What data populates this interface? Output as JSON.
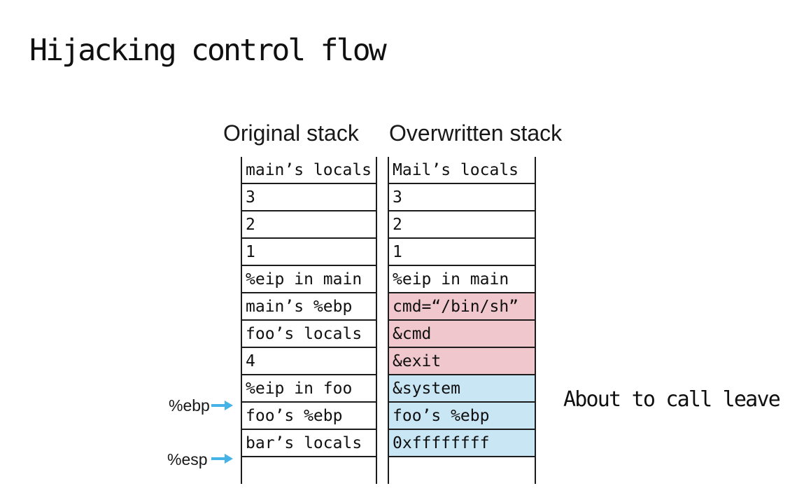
{
  "slide": {
    "title": "Hijacking control flow",
    "annotation": "About to call leave"
  },
  "stacks": [
    {
      "name": "original",
      "header": "Original stack",
      "rows": [
        {
          "text": "main’s locals"
        },
        {
          "text": "3"
        },
        {
          "text": "2"
        },
        {
          "text": "1"
        },
        {
          "text": "%eip in main"
        },
        {
          "text": "main’s %ebp"
        },
        {
          "text": "foo’s locals"
        },
        {
          "text": "4"
        },
        {
          "text": "%eip in foo"
        },
        {
          "text": "foo’s %ebp"
        },
        {
          "text": "bar’s locals"
        },
        {
          "text": ""
        }
      ]
    },
    {
      "name": "overwritten",
      "header": "Overwritten stack",
      "rows": [
        {
          "text": "Mail’s locals"
        },
        {
          "text": "3"
        },
        {
          "text": "2"
        },
        {
          "text": "1"
        },
        {
          "text": "%eip in main"
        },
        {
          "text": "cmd=“/bin/sh”",
          "bg": "pink"
        },
        {
          "text": "&cmd",
          "bg": "pink"
        },
        {
          "text": "&exit",
          "bg": "pink"
        },
        {
          "text": "&system",
          "bg": "blue"
        },
        {
          "text": "foo’s %ebp",
          "bg": "blue"
        },
        {
          "text": "0xffffffff",
          "bg": "blue"
        },
        {
          "text": ""
        }
      ]
    }
  ],
  "registers": [
    {
      "label": "%ebp",
      "icon": "right-arrow-icon"
    },
    {
      "label": "%esp",
      "icon": "right-arrow-icon"
    }
  ],
  "colors": {
    "pink": "#f0c7cd",
    "blue": "#c9e6f5",
    "arrow": "#45b3e7",
    "line": "#1c1c1c"
  }
}
